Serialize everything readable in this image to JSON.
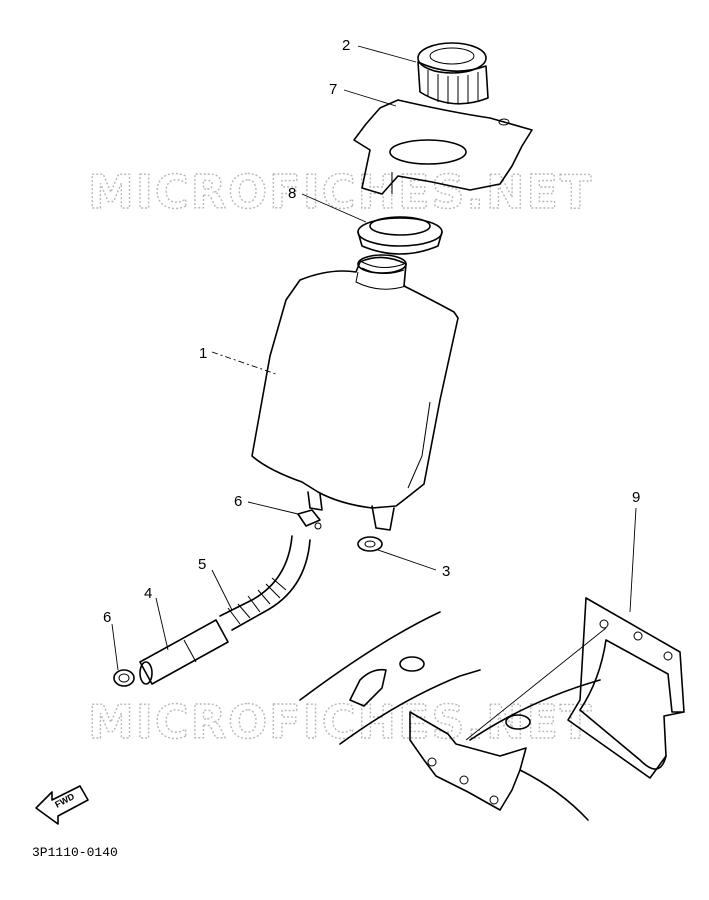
{
  "watermark": {
    "text_top": "MICROFICHES.NET",
    "text_bottom": "MICROFICHES.NET"
  },
  "callouts": {
    "c1": "1",
    "c2": "2",
    "c3": "3",
    "c4": "4",
    "c5": "5",
    "c6a": "6",
    "c6b": "6",
    "c7": "7",
    "c8": "8",
    "c9": "9"
  },
  "forward_arrow": {
    "label": "FWD"
  },
  "diagram_code": "3P1110-0140"
}
